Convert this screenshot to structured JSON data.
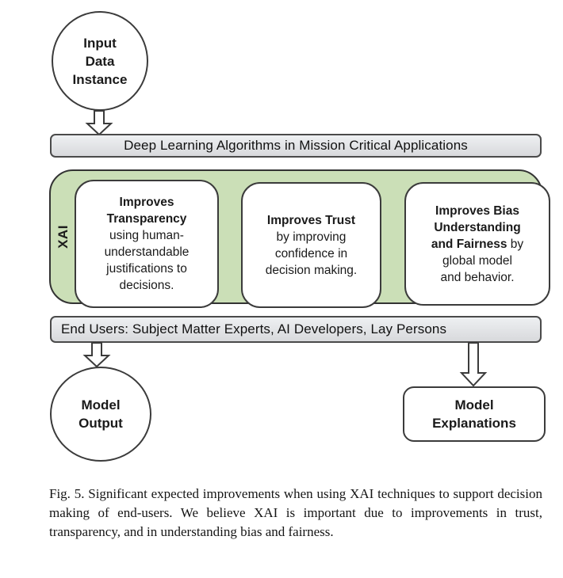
{
  "figure": {
    "input_circle": {
      "label": "Input\nData\nInstance"
    },
    "deep_learning_bar": {
      "label": "Deep Learning Algorithms in Mission Critical Applications"
    },
    "xai": {
      "label": "XAI",
      "boxes": [
        {
          "bold": "Improves\nTransparency",
          "rest": "\nusing human-\nunderstandable\njustifications to\ndecisions."
        },
        {
          "bold": "Improves Trust",
          "rest": "\nby improving\nconfidence in\ndecision making."
        },
        {
          "bold": "Improves Bias\nUnderstanding\nand Fairness",
          "rest": " by\nglobal model\nand behavior."
        }
      ]
    },
    "end_users_bar": {
      "label": "End Users: Subject Matter Experts, AI Developers, Lay Persons"
    },
    "model_output_circle": {
      "label": "Model\nOutput"
    },
    "model_explanations_box": {
      "label": "Model\nExplanations"
    }
  },
  "caption": {
    "text": "Fig. 5. Significant expected improvements when using XAI techniques to support decision making of end-users. We believe XAI is important due to improvements in trust, transparency, and in understanding bias and fairness."
  },
  "colors": {
    "xai_green_fill": "#cbdfb7",
    "bar_gray_fill": "#e2e3e6",
    "shape_border": "#3b3b3b",
    "background": "#ffffff"
  }
}
